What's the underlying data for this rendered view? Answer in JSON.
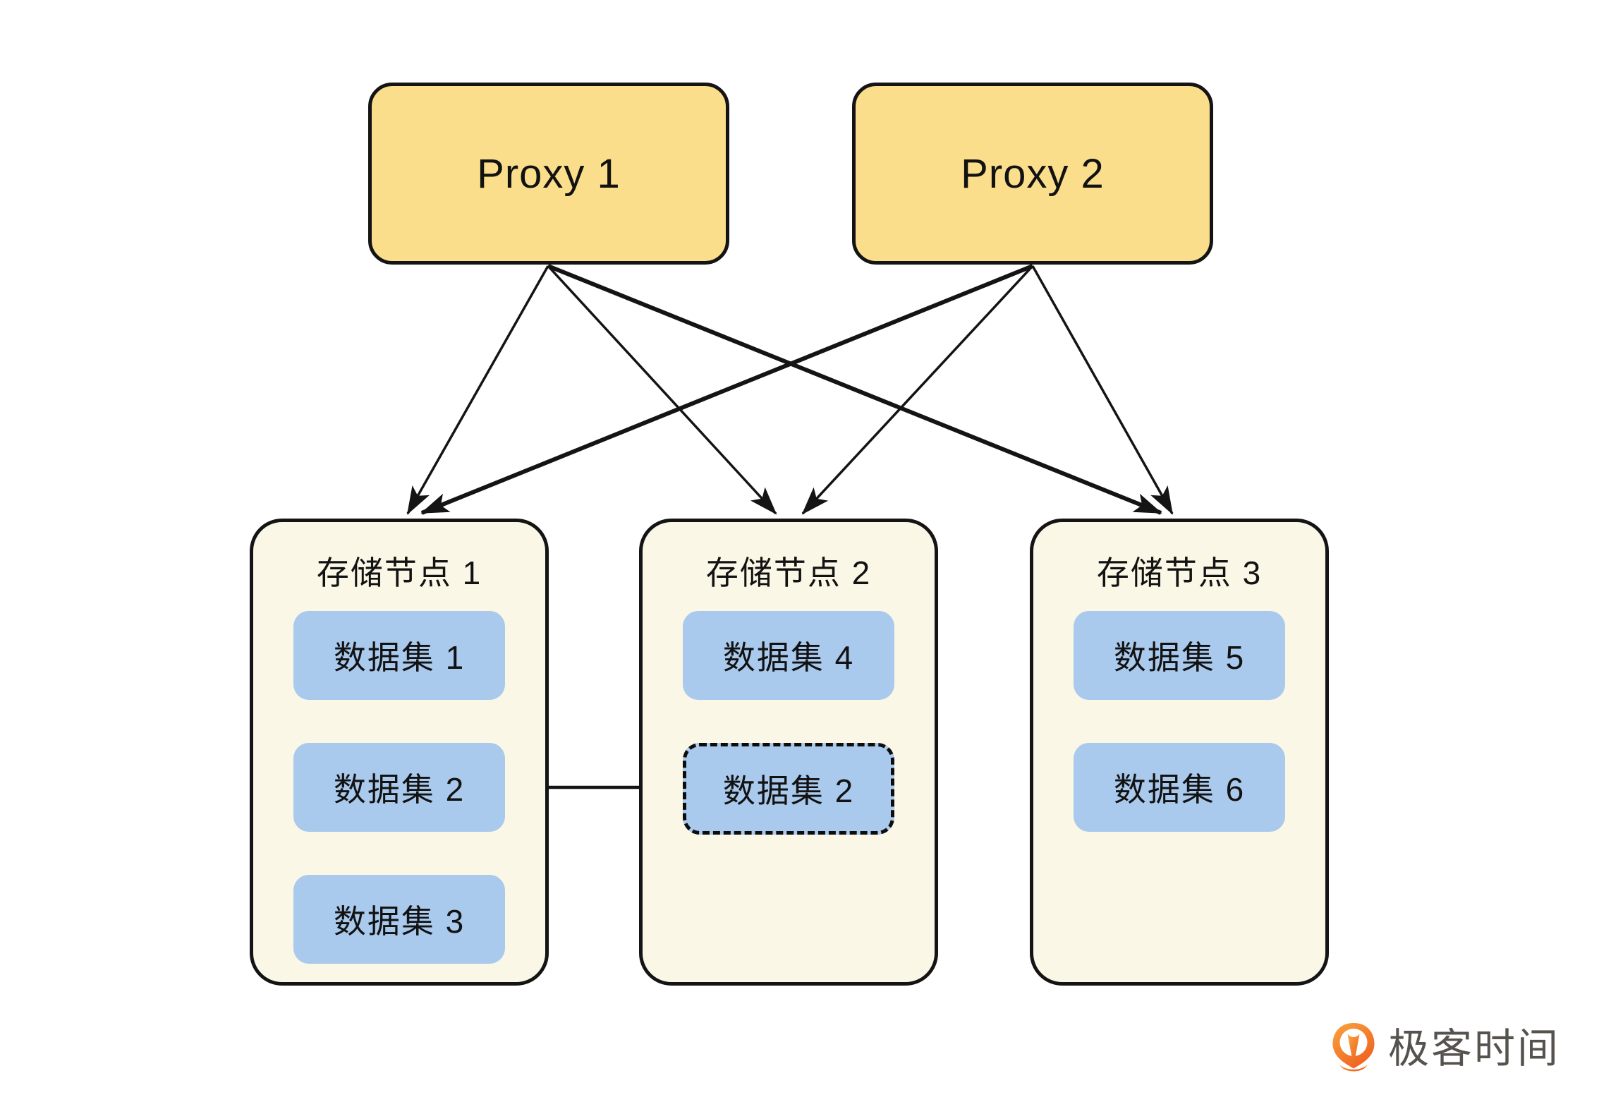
{
  "proxies": [
    {
      "label": "Proxy 1"
    },
    {
      "label": "Proxy 2"
    }
  ],
  "storage_nodes": [
    {
      "title": "存储节点 1",
      "datasets": [
        {
          "label": "数据集 1",
          "style": "solid"
        },
        {
          "label": "数据集 2",
          "style": "solid"
        },
        {
          "label": "数据集 3",
          "style": "solid"
        }
      ]
    },
    {
      "title": "存储节点 2",
      "datasets": [
        {
          "label": "数据集 4",
          "style": "solid"
        },
        {
          "label": "数据集 2",
          "style": "dashed"
        }
      ]
    },
    {
      "title": "存储节点 3",
      "datasets": [
        {
          "label": "数据集 5",
          "style": "solid"
        },
        {
          "label": "数据集 6",
          "style": "solid"
        }
      ]
    }
  ],
  "connections": {
    "proxy_to_node": [
      {
        "from": "Proxy 1",
        "to": "存储节点 1"
      },
      {
        "from": "Proxy 1",
        "to": "存储节点 2"
      },
      {
        "from": "Proxy 1",
        "to": "存储节点 3"
      },
      {
        "from": "Proxy 2",
        "to": "存储节点 1"
      },
      {
        "from": "Proxy 2",
        "to": "存储节点 2"
      },
      {
        "from": "Proxy 2",
        "to": "存储节点 3"
      }
    ],
    "migration_arrow": {
      "from": "存储节点 1 / 数据集 2",
      "to": "存储节点 2 / 数据集 2 (dashed copy)"
    }
  },
  "logo": {
    "brand": "极客时间",
    "icon": "geektime-pin-icon"
  },
  "colors": {
    "proxy_fill": "#fbde8c",
    "node_fill": "#faf7e7",
    "dataset_fill": "#a9c9ed",
    "stroke": "#141414",
    "logo_orange_start": "#f9a43f",
    "logo_orange_end": "#ef6120",
    "logo_text": "#56524e"
  }
}
